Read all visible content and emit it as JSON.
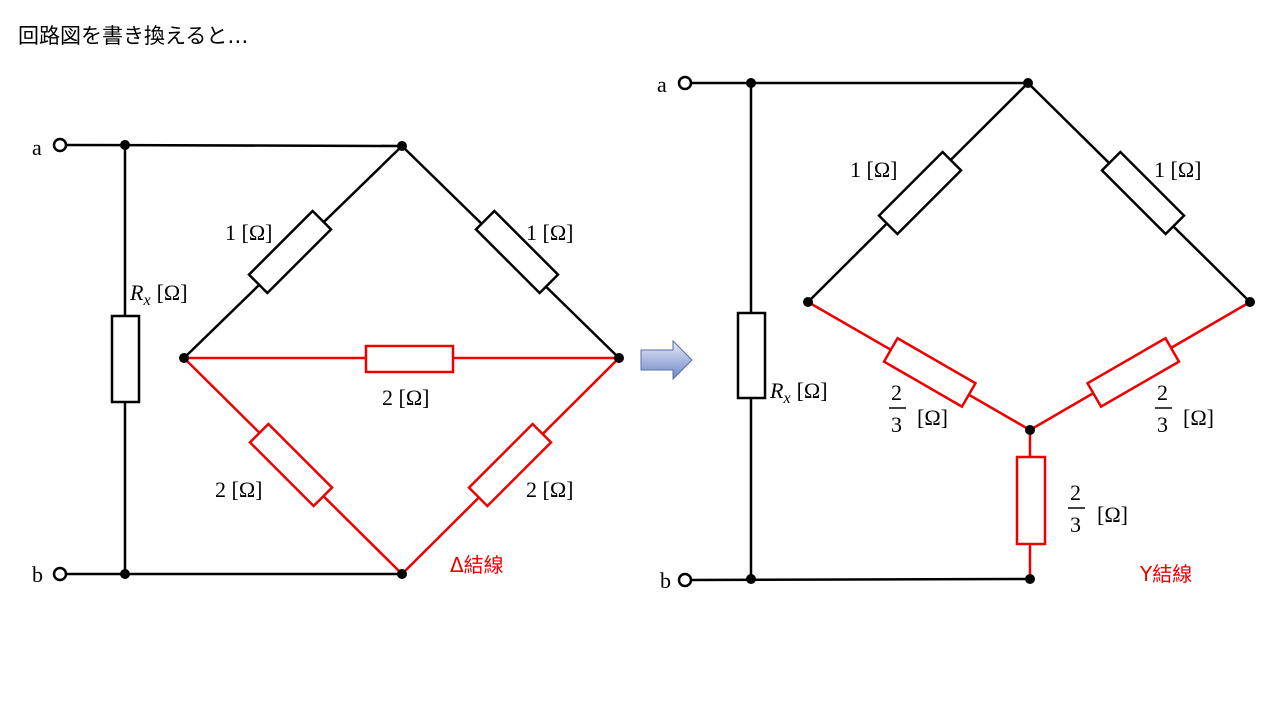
{
  "title": "回路図を書き換えると…",
  "left_circuit": {
    "terminal_a": "a",
    "terminal_b": "b",
    "rx_symbol": "R",
    "rx_subscript": "x",
    "rx_unit": "[Ω]",
    "r_top_left": "1 [Ω]",
    "r_top_right": "1 [Ω]",
    "r_middle": "2 [Ω]",
    "r_bottom_left": "2 [Ω]",
    "r_bottom_right": "2 [Ω]",
    "connection_label": "Δ結線"
  },
  "right_circuit": {
    "terminal_a": "a",
    "terminal_b": "b",
    "rx_symbol": "R",
    "rx_subscript": "x",
    "rx_unit": "[Ω]",
    "r_top_left": "1 [Ω]",
    "r_top_right": "1 [Ω]",
    "frac_numerator": "2",
    "frac_denominator": "3",
    "frac_unit": "[Ω]",
    "connection_label": "Y結線"
  },
  "colors": {
    "wire": "#000000",
    "converted": "#ee0000",
    "arrow": "#6f86c6"
  }
}
